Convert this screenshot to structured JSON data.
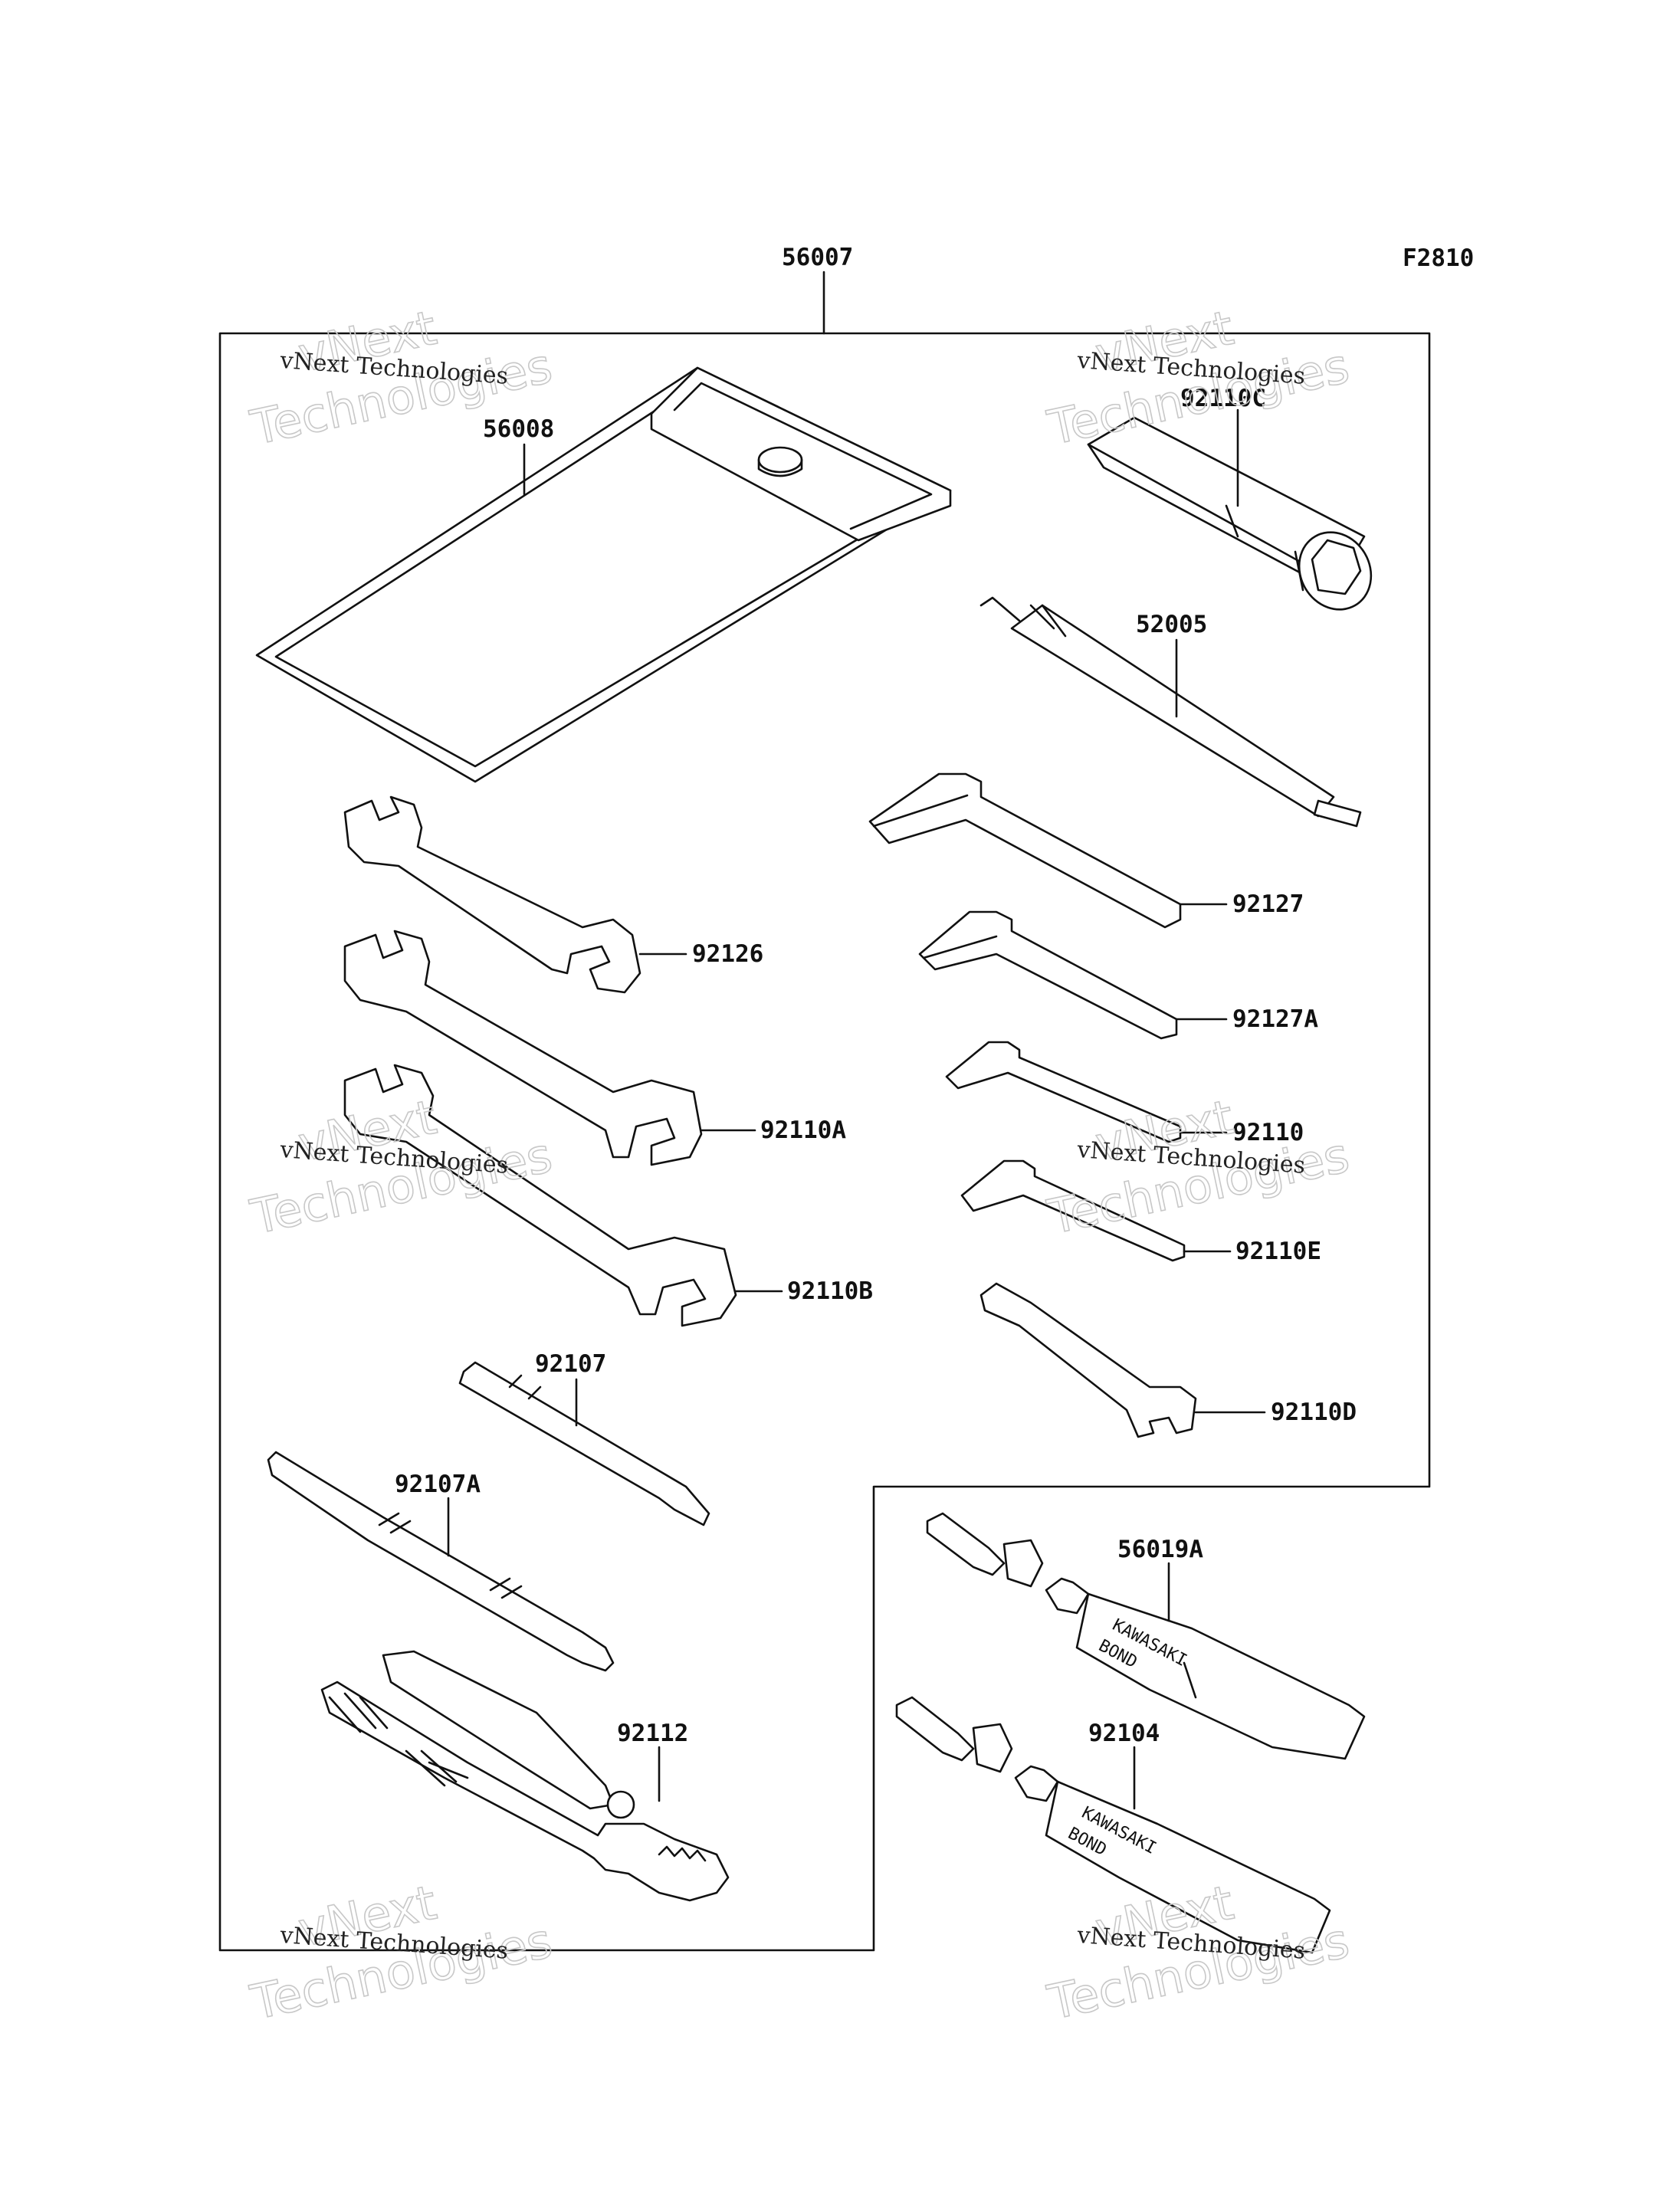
{
  "figure_code": "F2810",
  "watermark": {
    "line1": "vNext",
    "line2": "Technologies",
    "small": "vNext Technologies"
  },
  "parts": {
    "p56007": "56007",
    "p56008": "56008",
    "p92110C": "92110C",
    "p52005": "52005",
    "p92127": "92127",
    "p92127A": "92127A",
    "p92110": "92110",
    "p92110E": "92110E",
    "p92110D": "92110D",
    "p92126": "92126",
    "p92110A": "92110A",
    "p92110B": "92110B",
    "p92107": "92107",
    "p92107A": "92107A",
    "p92112": "92112",
    "p56019A": "56019A",
    "p92104": "92104"
  },
  "tube_brand": {
    "line1": "KAWASAKI",
    "line2": "BOND"
  }
}
